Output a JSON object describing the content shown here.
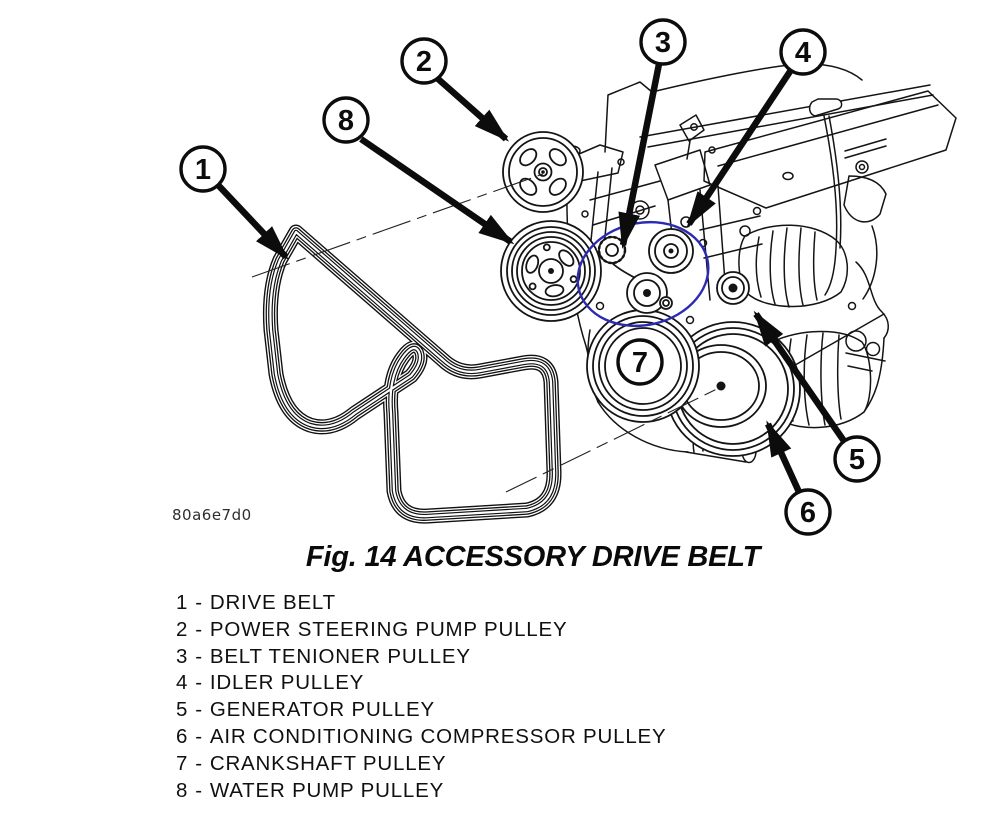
{
  "figure": {
    "code": "80a6e7d0",
    "caption": "Fig. 14 ACCESSORY DRIVE BELT"
  },
  "ui": {
    "separator": "-"
  },
  "parts": [
    {
      "number": "1",
      "label": "DRIVE BELT"
    },
    {
      "number": "2",
      "label": "POWER STEERING PUMP PULLEY"
    },
    {
      "number": "3",
      "label": "BELT TENIONER PULLEY"
    },
    {
      "number": "4",
      "label": "IDLER PULLEY"
    },
    {
      "number": "5",
      "label": "GENERATOR PULLEY"
    },
    {
      "number": "6",
      "label": "AIR CONDITIONING COMPRESSOR PULLEY"
    },
    {
      "number": "7",
      "label": "CRANKSHAFT PULLEY"
    },
    {
      "number": "8",
      "label": "WATER PUMP PULLEY"
    }
  ],
  "annotation": {
    "shape": "hand-drawn ellipse",
    "target": "belt tensioner area",
    "highlight_color": "#2b2bb2"
  },
  "colors": {
    "line_art": "#141414",
    "background": "#ffffff"
  }
}
